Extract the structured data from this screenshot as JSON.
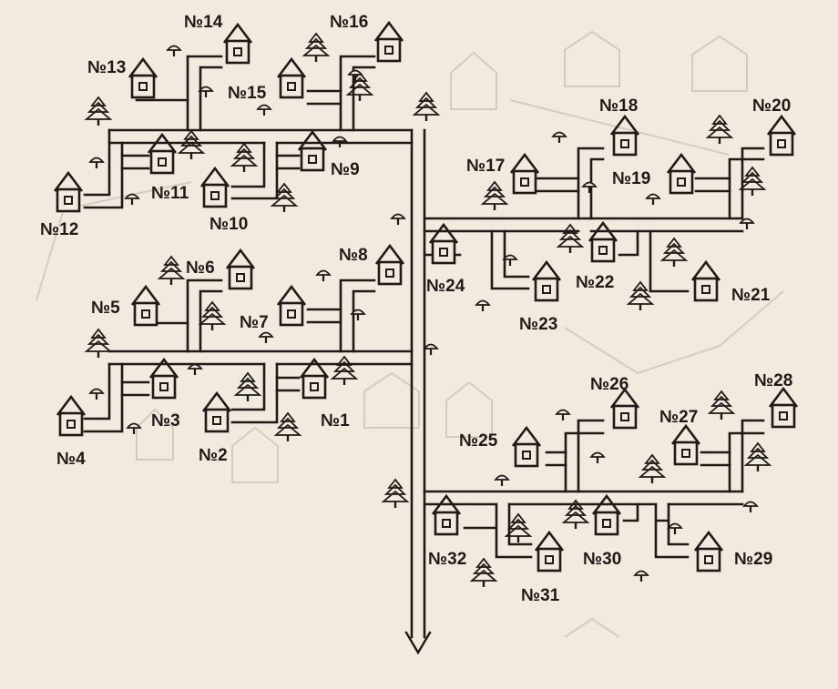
{
  "colors": {
    "paper": "#f2e9df",
    "ink": "#1e1a17",
    "ghost": "#c9beb2"
  },
  "icon_names": {
    "house": "house-icon",
    "tree": "tree-icon",
    "mushroom": "mushroom-icon",
    "arrow": "down-arrow-icon"
  },
  "labels": {
    "h1": "№1",
    "h2": "№2",
    "h3": "№3",
    "h4": "№4",
    "h5": "№5",
    "h6": "№6",
    "h7": "№7",
    "h8": "№8",
    "h9": "№9",
    "h10": "№10",
    "h11": "№11",
    "h12": "№12",
    "h13": "№13",
    "h14": "№14",
    "h15": "№15",
    "h16": "№16",
    "h17": "№17",
    "h18": "№18",
    "h19": "№19",
    "h20": "№20",
    "h21": "№21",
    "h22": "№22",
    "h23": "№23",
    "h24": "№24",
    "h25": "№25",
    "h26": "№26",
    "h27": "№27",
    "h28": "№28",
    "h29": "№29",
    "h30": "№30",
    "h31": "№31",
    "h32": "№32"
  }
}
